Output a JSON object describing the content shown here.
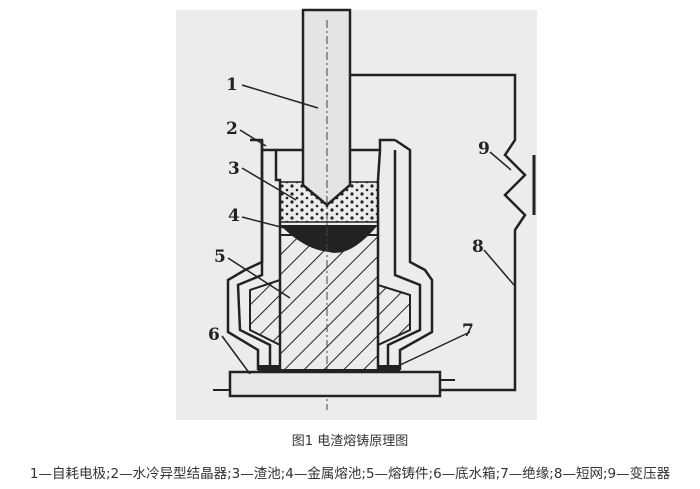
{
  "figure": {
    "labels": [
      "1",
      "2",
      "3",
      "4",
      "5",
      "6",
      "7",
      "8",
      "9"
    ]
  },
  "caption": "图1 电渣熔铸原理图",
  "legend": "1—自耗电极;2—水冷异型结晶器;3—渣池;4—金属熔池;5—熔铸件;6—底水箱;7—绝缘;8—短网;9—变压器"
}
